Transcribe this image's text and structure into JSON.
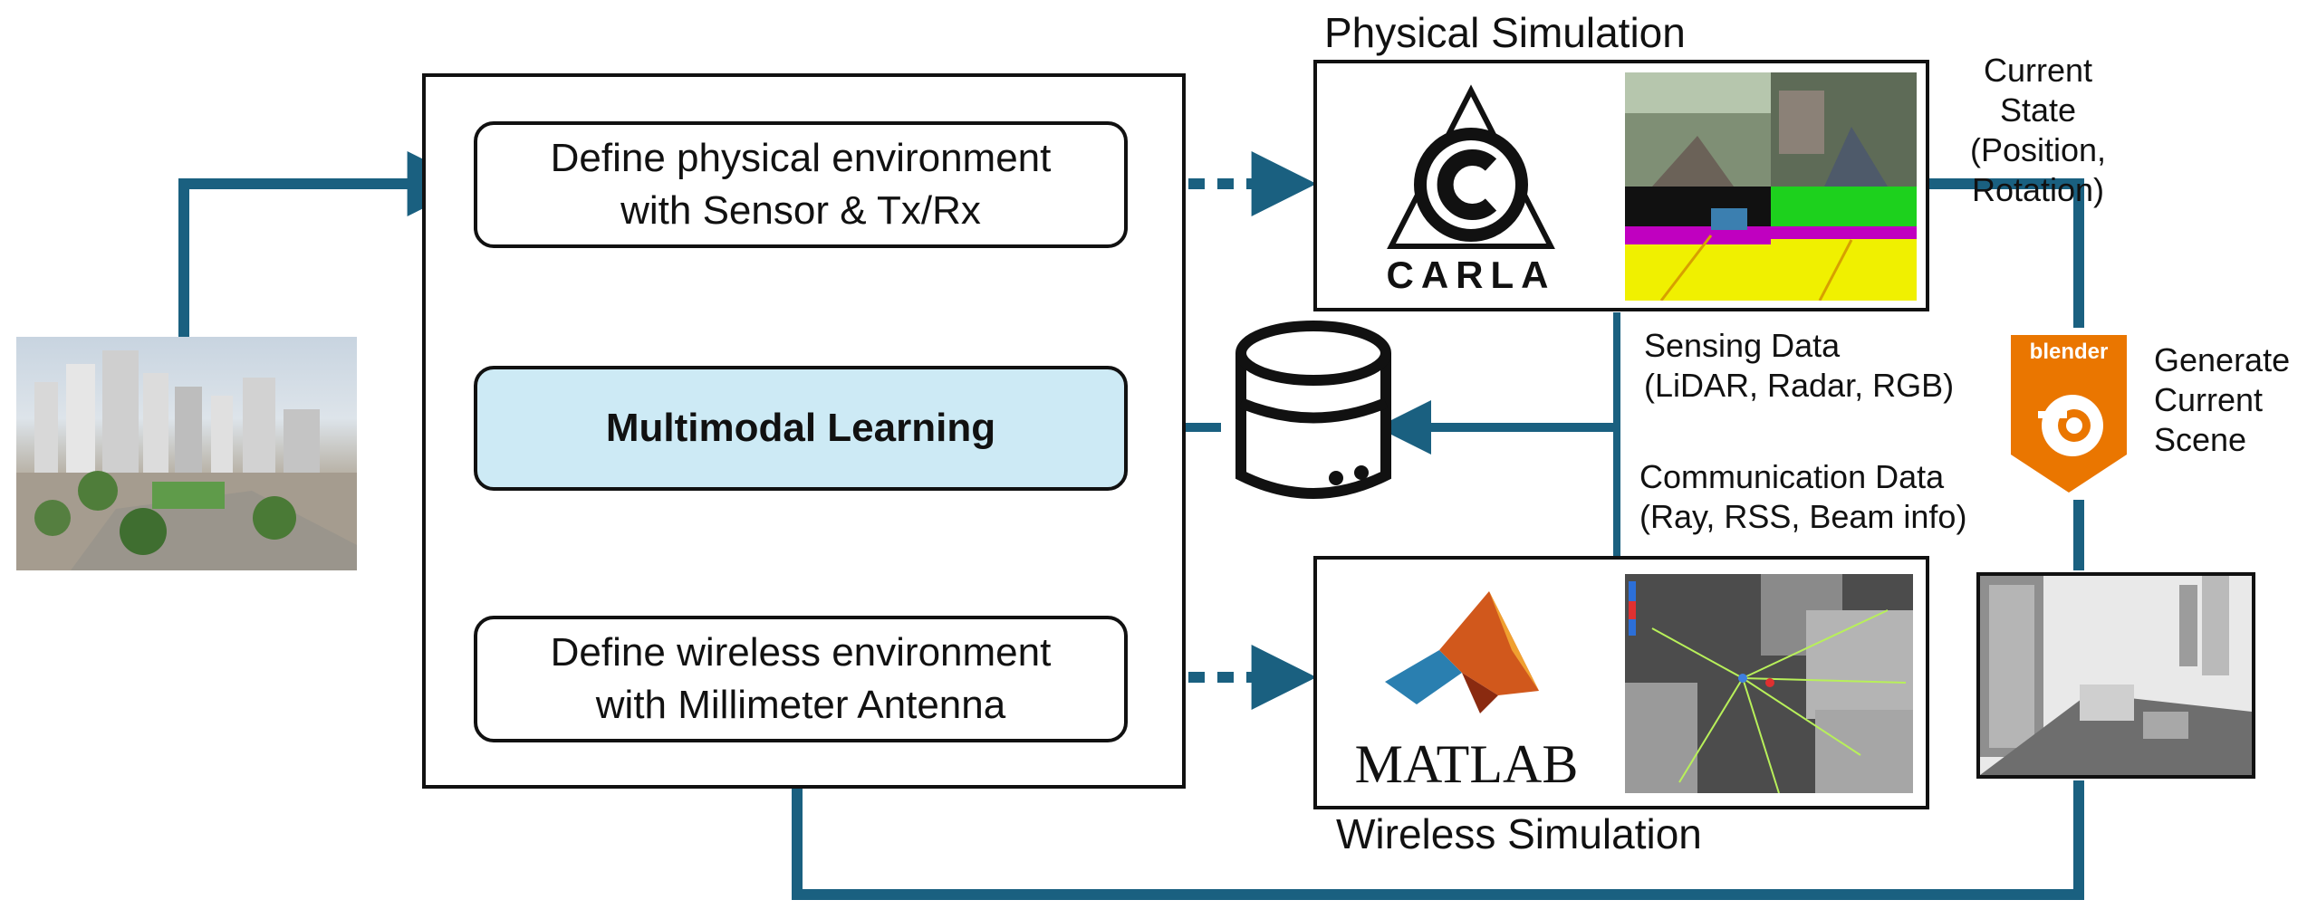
{
  "center_boxes": {
    "define_physical": "Define physical environment\nwith Sensor & Tx/Rx",
    "multimodal": "Multimodal Learning",
    "define_wireless": "Define wireless environment\nwith Millimeter Antenna"
  },
  "physical_sim": {
    "title": "Physical Simulation",
    "logo_text": "CARLA"
  },
  "wireless_sim": {
    "title": "Wireless Simulation",
    "logo_text": "MATLAB"
  },
  "annotations": {
    "current_state": "Current State\n(Position,\nRotation)",
    "sensing_data": "Sensing Data\n(LiDAR, Radar, RGB)",
    "communication_data": "Communication Data\n(Ray, RSS, Beam info)",
    "generate_scene": "Generate\nCurrent\nScene",
    "blender_logo_text": "blender"
  },
  "colors": {
    "arrow": "#1a6080",
    "box_highlight": "#cdeaf5",
    "blender": "#ea7600"
  }
}
